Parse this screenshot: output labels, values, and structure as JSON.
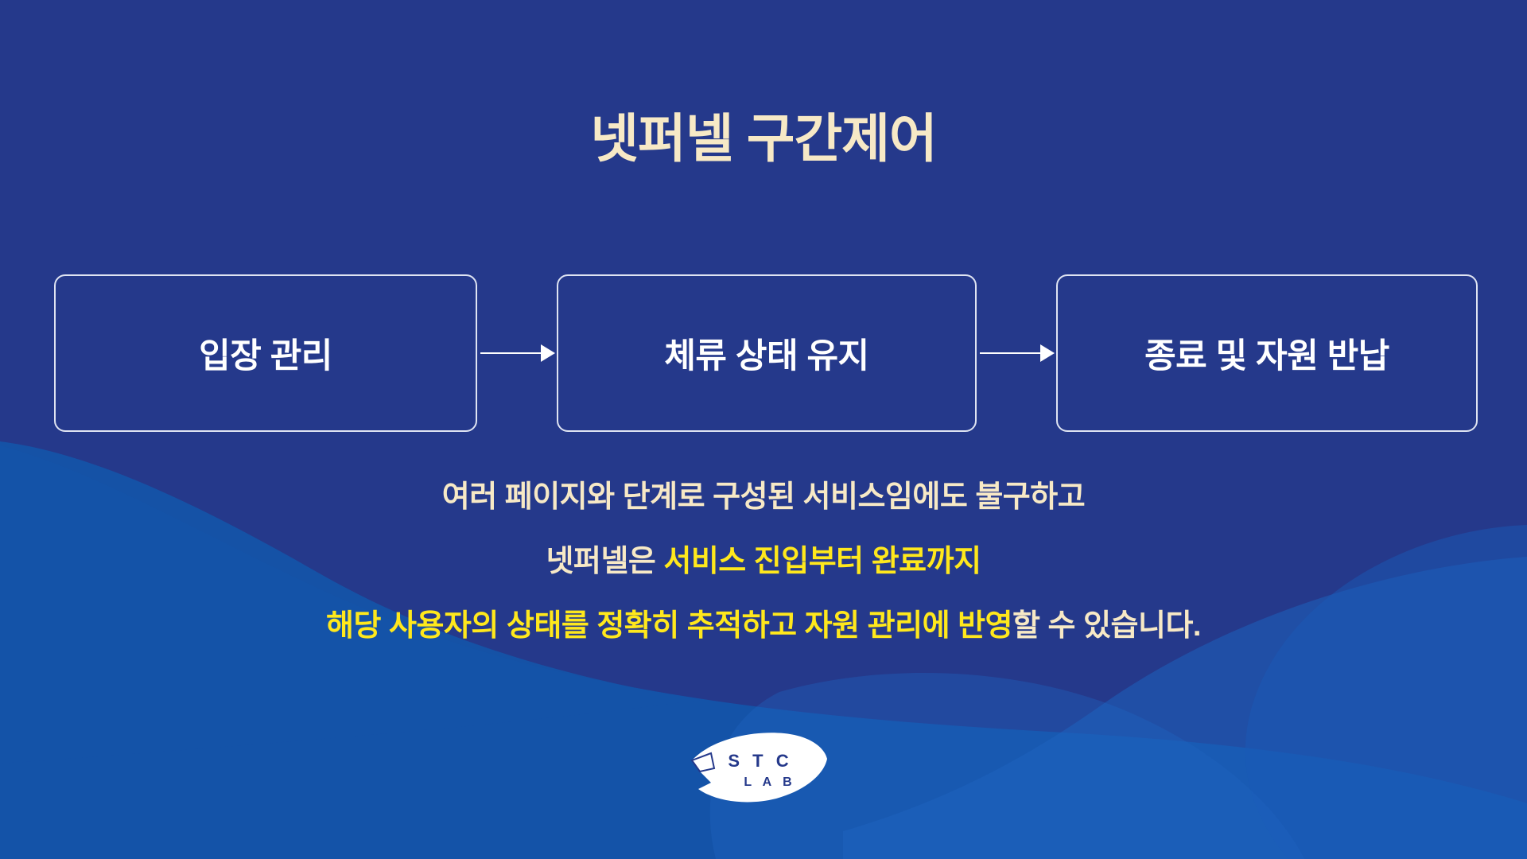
{
  "slide": {
    "title": "넷퍼넬 구간제어",
    "background_color": "#25398b",
    "wave_color": "#1453a8",
    "title_color": "#f7e9c6",
    "highlight_color": "#ffe81c"
  },
  "flow": {
    "steps": [
      {
        "label": "입장 관리"
      },
      {
        "label": "체류 상태 유지"
      },
      {
        "label": "종료 및 자원 반납"
      }
    ],
    "arrows": [
      {
        "name": "arrow-step1-to-step2"
      },
      {
        "name": "arrow-step2-to-step3"
      }
    ]
  },
  "body": {
    "line1": {
      "plain": "여러 페이지와 단계로 구성된 서비스임에도 불구하고"
    },
    "line2": {
      "plain_prefix": "넷퍼넬은 ",
      "highlight": "서비스 진입부터 완료까지"
    },
    "line3": {
      "highlight": "해당 사용자의 상태를 정확히 추적하고 자원 관리에 반영",
      "plain_suffix": "할 수 있습니다."
    }
  },
  "logo": {
    "primary_text": "S T C",
    "secondary_text": "L A B",
    "shape": "leaf-mark",
    "shape_color": "#ffffff",
    "text_color": "#25398b"
  }
}
